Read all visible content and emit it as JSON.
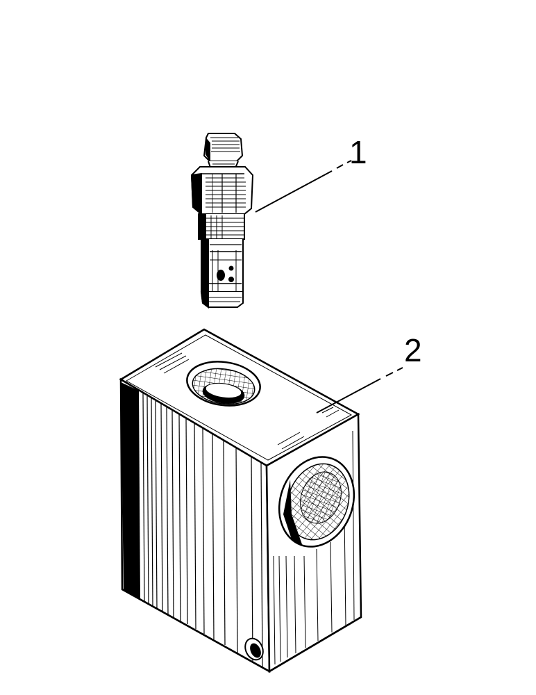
{
  "diagram": {
    "callouts": [
      {
        "id": "1",
        "label": "1",
        "part": "cartridge-valve"
      },
      {
        "id": "2",
        "label": "2",
        "part": "valve-body-block"
      }
    ],
    "colors": {
      "ink": "#000000",
      "paper": "#ffffff"
    }
  }
}
